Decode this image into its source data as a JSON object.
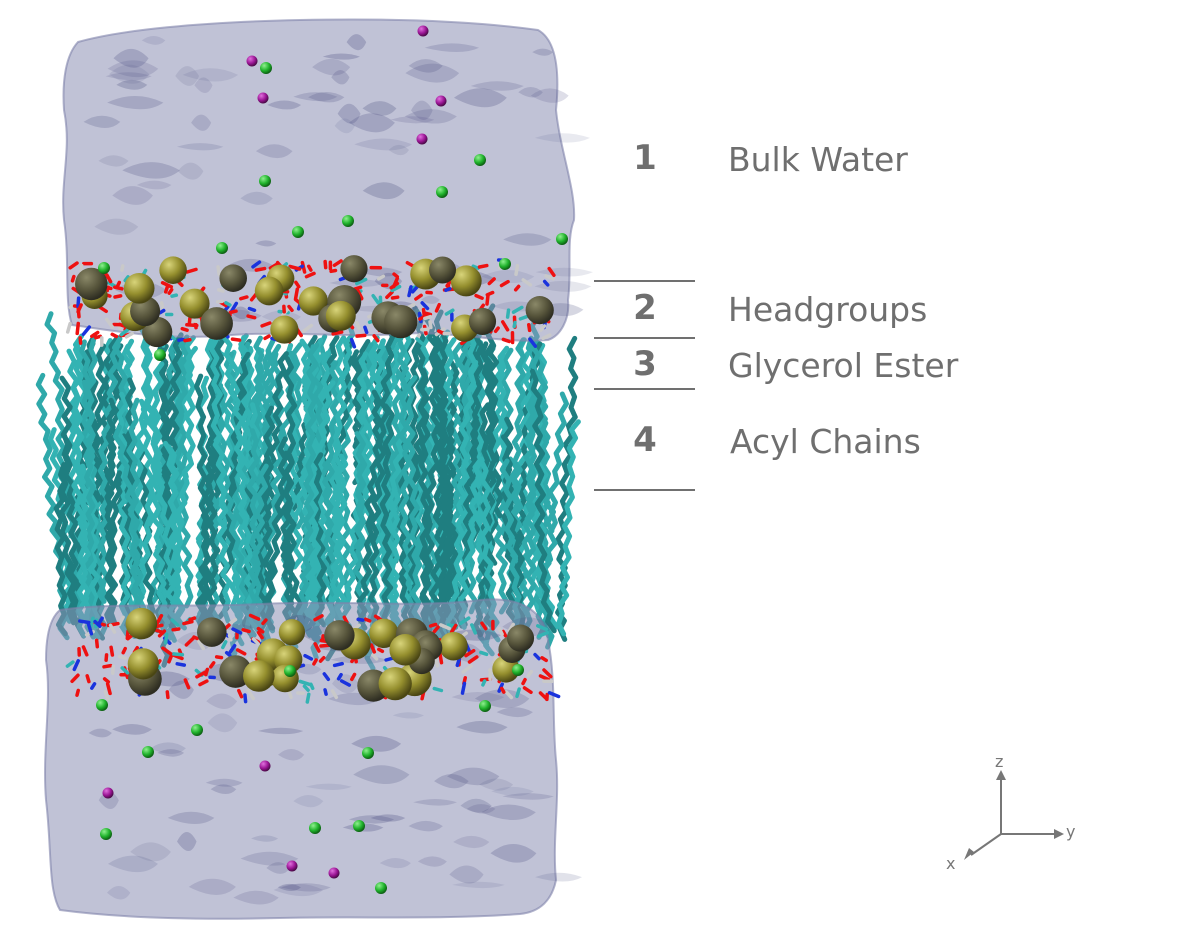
{
  "regions": [
    {
      "number": "1",
      "label": "Bulk Water"
    },
    {
      "number": "2",
      "label": "Headgroups"
    },
    {
      "number": "3",
      "label": "Glycerol Ester"
    },
    {
      "number": "4",
      "label": "Acyl Chains"
    }
  ],
  "axes": {
    "z": "z",
    "y": "y",
    "x": "x"
  },
  "colors": {
    "water": "#8c8fb4",
    "water_dark": "#4e5283",
    "lipid_tail": "#33b3b3",
    "oxygen": "#ee1111",
    "nitrogen": "#1a33dd",
    "phosphorus": "#8d8a2c",
    "ion_green": "#20b52e",
    "ion_magenta": "#9a1594",
    "text": "#6f6f6f"
  }
}
